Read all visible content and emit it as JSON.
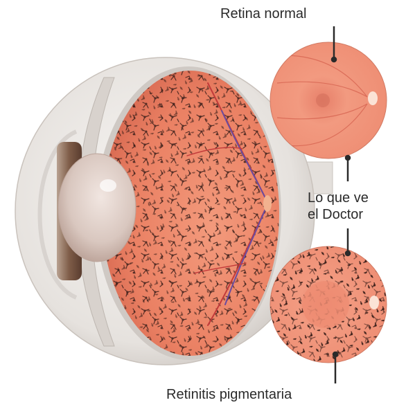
{
  "labels": {
    "normal_retina": "Retina normal",
    "doctor_line1": "Lo que ve",
    "doctor_line2": "el Doctor",
    "retinitis": "Retinitis pigmentaria"
  },
  "colors": {
    "retina": "#ee8a6e",
    "retina_light": "#f6a58a",
    "sclera": "#ece9e6",
    "lens": "#d9c9c2",
    "iris": "#8a6652",
    "pigment": "#3b1f1a",
    "vessel": "#c23a3a",
    "leader": "#2a2a2a"
  }
}
